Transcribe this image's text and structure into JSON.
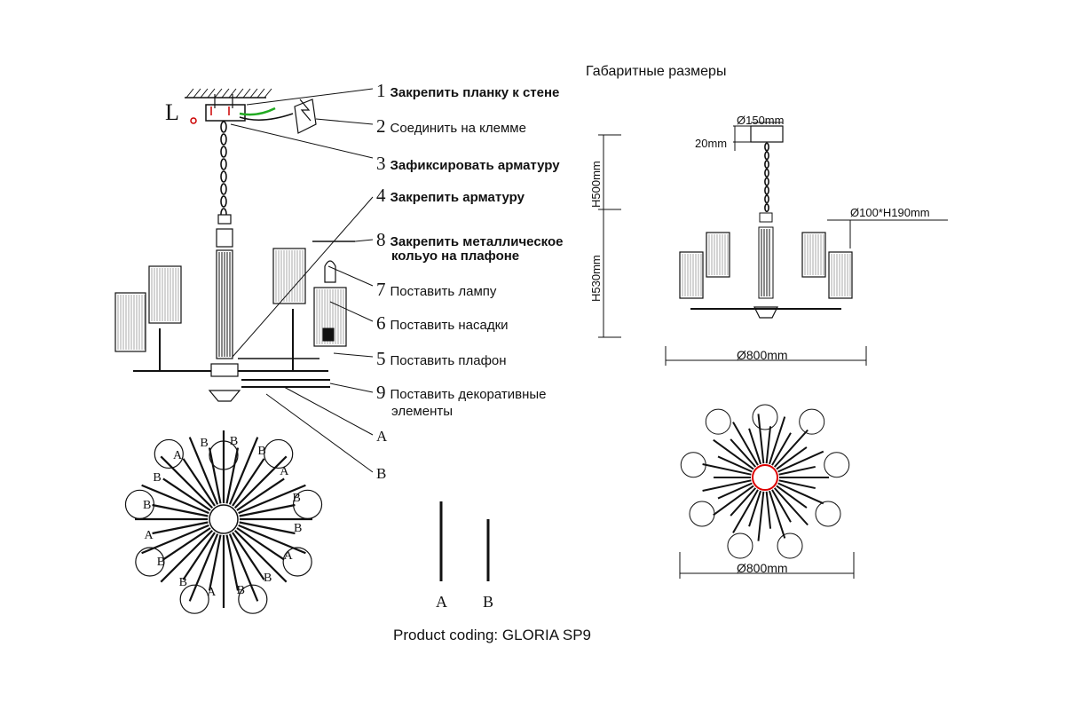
{
  "dimensions_title": "Габаритные размеры",
  "steps": [
    {
      "num": "1",
      "text": "Закрепить планку к стене",
      "bold": true
    },
    {
      "num": "2",
      "text": "Соединить на клемме",
      "bold": false
    },
    {
      "num": "3",
      "text": "Зафиксировать арматуру",
      "bold": true
    },
    {
      "num": "4",
      "text": "Закрепить арматуру",
      "bold": true
    },
    {
      "num": "8",
      "text": "Закрепить металлическое",
      "text2": "кольуо на плафоне",
      "bold": true
    },
    {
      "num": "7",
      "text": "Поставить лампу",
      "bold": false
    },
    {
      "num": "6",
      "text": "Поставить насадки",
      "bold": false
    },
    {
      "num": "5",
      "text": "Поставить плафон",
      "bold": false
    },
    {
      "num": "9",
      "text": "Поставить декоративные",
      "text2": "элементы",
      "bold": false
    }
  ],
  "callout_a": "A",
  "callout_b": "B",
  "ground_symbol": "L",
  "top_view_labels": {
    "a": "A",
    "b": "B"
  },
  "parts_legend": {
    "a": "A",
    "b": "B"
  },
  "dims": {
    "canopy": "Ø150mm",
    "canopy_h": "20mm",
    "chain": "H500mm",
    "body": "H530mm",
    "shade": "Ø100*H190mm",
    "width_side": "Ø800mm",
    "width_top": "Ø800mm"
  },
  "product_coding": "Product coding: GLORIA SP9"
}
